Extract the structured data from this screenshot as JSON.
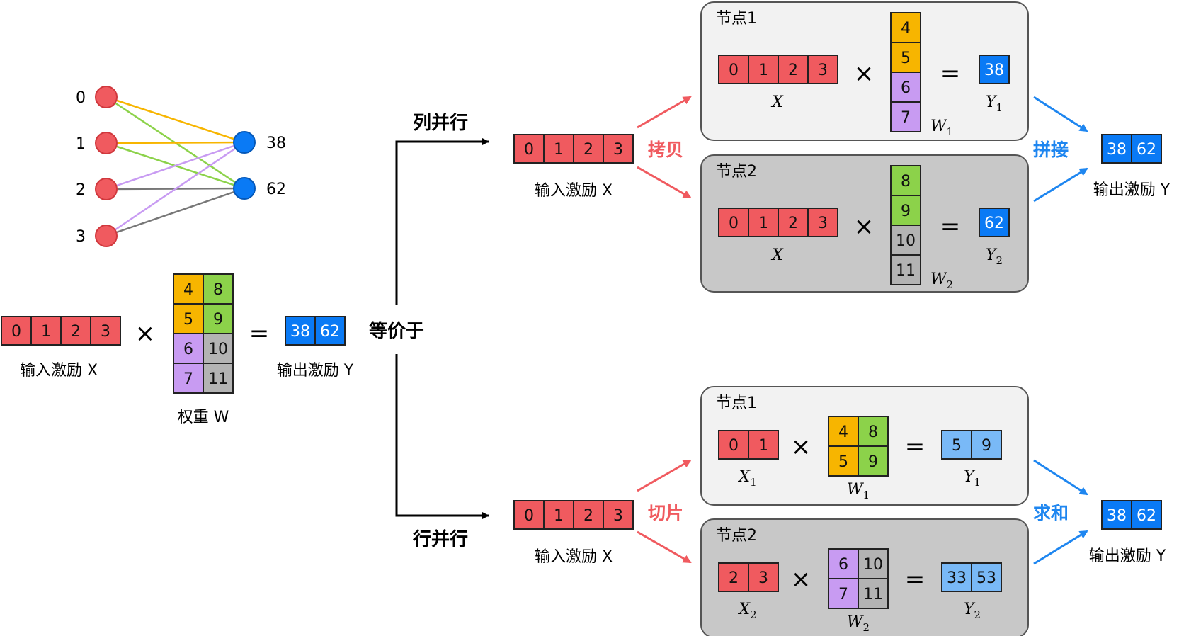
{
  "colors": {
    "red": "#f05a5f",
    "orange": "#f7b500",
    "green": "#8cd24a",
    "purple": "#c89bf2",
    "gray": "#b3b3b3",
    "blue": "#0a7af5",
    "lightblue": "#79b9f7",
    "box_light": "#f2f2f2",
    "box_dark": "#c8c8c8",
    "label_red": "#f05a5f",
    "label_blue": "#1e86f0"
  },
  "network": {
    "inputs": [
      "0",
      "1",
      "2",
      "3"
    ],
    "outputs": [
      "38",
      "62"
    ]
  },
  "main": {
    "x_cells": [
      "0",
      "1",
      "2",
      "3"
    ],
    "times": "×",
    "equals": "=",
    "w_cells": [
      [
        "4",
        "8"
      ],
      [
        "5",
        "9"
      ],
      [
        "6",
        "10"
      ],
      [
        "7",
        "11"
      ]
    ],
    "y_cells": [
      "38",
      "62"
    ],
    "x_label": "输入激励 X",
    "w_label": "权重 W",
    "y_label": "输出激励 Y",
    "equivalent": "等价于"
  },
  "column_parallel": {
    "title": "列并行",
    "input_cells": [
      "0",
      "1",
      "2",
      "3"
    ],
    "input_label": "输入激励 X",
    "copy_label": "拷贝",
    "concat_label": "拼接",
    "nodes": [
      {
        "title": "节点1",
        "x_cells": [
          "0",
          "1",
          "2",
          "3"
        ],
        "x_label": "X",
        "w_cells": [
          "4",
          "5",
          "6",
          "7"
        ],
        "w_label": "W1",
        "y_cells": [
          "38"
        ],
        "y_label": "Y1"
      },
      {
        "title": "节点2",
        "x_cells": [
          "0",
          "1",
          "2",
          "3"
        ],
        "x_label": "X",
        "w_cells": [
          "8",
          "9",
          "10",
          "11"
        ],
        "w_label": "W2",
        "y_cells": [
          "62"
        ],
        "y_label": "Y2"
      }
    ],
    "output_cells": [
      "38",
      "62"
    ],
    "output_label": "输出激励 Y"
  },
  "row_parallel": {
    "title": "行并行",
    "input_cells": [
      "0",
      "1",
      "2",
      "3"
    ],
    "input_label": "输入激励 X",
    "slice_label": "切片",
    "sum_label": "求和",
    "nodes": [
      {
        "title": "节点1",
        "x_cells": [
          "0",
          "1"
        ],
        "x_label": "X1",
        "w_cells": [
          [
            "4",
            "8"
          ],
          [
            "5",
            "9"
          ]
        ],
        "w_label": "W1",
        "y_cells": [
          "5",
          "9"
        ],
        "y_label": "Y1"
      },
      {
        "title": "节点2",
        "x_cells": [
          "2",
          "3"
        ],
        "x_label": "X2",
        "w_cells": [
          [
            "6",
            "10"
          ],
          [
            "7",
            "11"
          ]
        ],
        "w_label": "W2",
        "y_cells": [
          "33",
          "53"
        ],
        "y_label": "Y2"
      }
    ],
    "output_cells": [
      "38",
      "62"
    ],
    "output_label": "输出激励 Y"
  }
}
